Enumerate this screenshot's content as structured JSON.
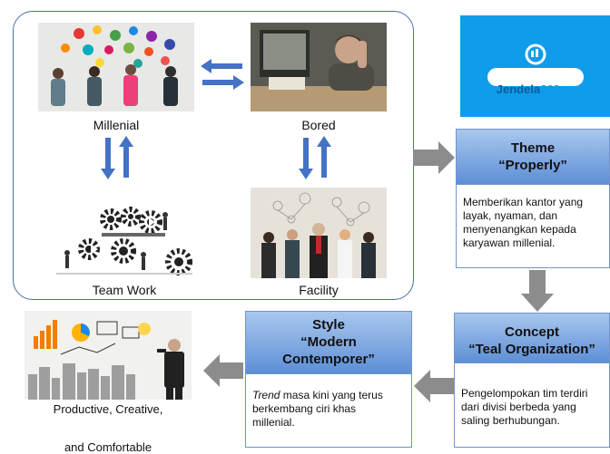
{
  "captions": {
    "millenial": "Millenial",
    "bored": "Bored",
    "team_work": "Team Work",
    "facility": "Facility",
    "productive": "Productive, Creative,",
    "productive_cut": "and Comfortable"
  },
  "logo": {
    "text": "Jendela",
    "number": "360",
    "suffix": ".com"
  },
  "theme": {
    "title_line1": "Theme",
    "title_line2": "“Properly”",
    "body_lines": [
      "Memberikan kantor yang",
      "layak, nyaman, dan",
      "menyenangkan kepada",
      "karyawan millenial."
    ]
  },
  "concept": {
    "title_line1": "Concept",
    "title_line2": "“Teal Organization”",
    "body_lines": [
      "Pengelompokan tim terdiri",
      "dari divisi berbeda yang",
      "saling berhubungan."
    ]
  },
  "style": {
    "title_line1": "Style",
    "title_line2": "“Modern",
    "title_line3": "Contemporer”",
    "body_first_word": "Trend",
    "body_line1_rest": " masa kini yang terus",
    "body_lines": [
      "berkembang ciri khas",
      "millenial."
    ]
  },
  "colors": {
    "arrow_blue": "#4472c4",
    "arrow_gray": "#8c8c8c",
    "header_blue": "#7ea6e0",
    "logo_blue": "#0f9cea"
  }
}
